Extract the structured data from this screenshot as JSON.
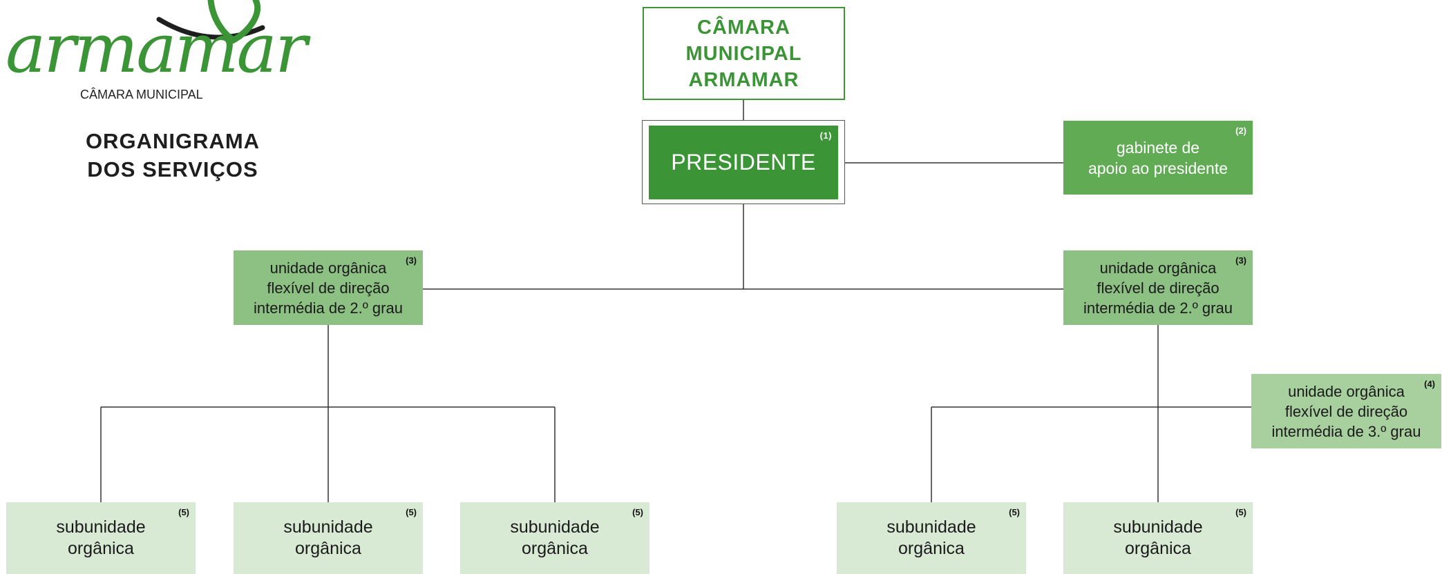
{
  "logo": {
    "wordmark": "armamar",
    "subtitle": "CÂMARA MUNICIPAL"
  },
  "title": "ORGANIGRAMA\nDOS SERVIÇOS",
  "nodes": {
    "camara": {
      "label": "CÂMARA\nMUNICIPAL\nARMAMAR"
    },
    "presidente": {
      "label": "PRESIDENTE",
      "note": "(1)"
    },
    "gabinete": {
      "label": "gabinete de\napoio ao presidente",
      "note": "(2)"
    },
    "unit_left": {
      "label": "unidade orgânica\nflexível de direção\nintermédia de 2.º grau",
      "note": "(3)"
    },
    "unit_right": {
      "label": "unidade orgânica\nflexível de direção\nintermédia de 2.º grau",
      "note": "(3)"
    },
    "unit_3rd": {
      "label": "unidade orgânica\nflexível de direção\nintermédia de 3.º grau",
      "note": "(4)"
    },
    "sub1": {
      "label": "subunidade\norgânica",
      "note": "(5)"
    },
    "sub2": {
      "label": "subunidade\norgânica",
      "note": "(5)"
    },
    "sub3": {
      "label": "subunidade\norgânica",
      "note": "(5)"
    },
    "sub4": {
      "label": "subunidade\norgânica",
      "note": "(5)"
    },
    "sub5": {
      "label": "subunidade\norgânica",
      "note": "(5)"
    }
  },
  "colors": {
    "brand_green": "#3b9435",
    "mid_green": "#62ab55",
    "level2_green": "#8dc183",
    "level3_green": "#a8d09f",
    "sub_green": "#d9ead4"
  }
}
